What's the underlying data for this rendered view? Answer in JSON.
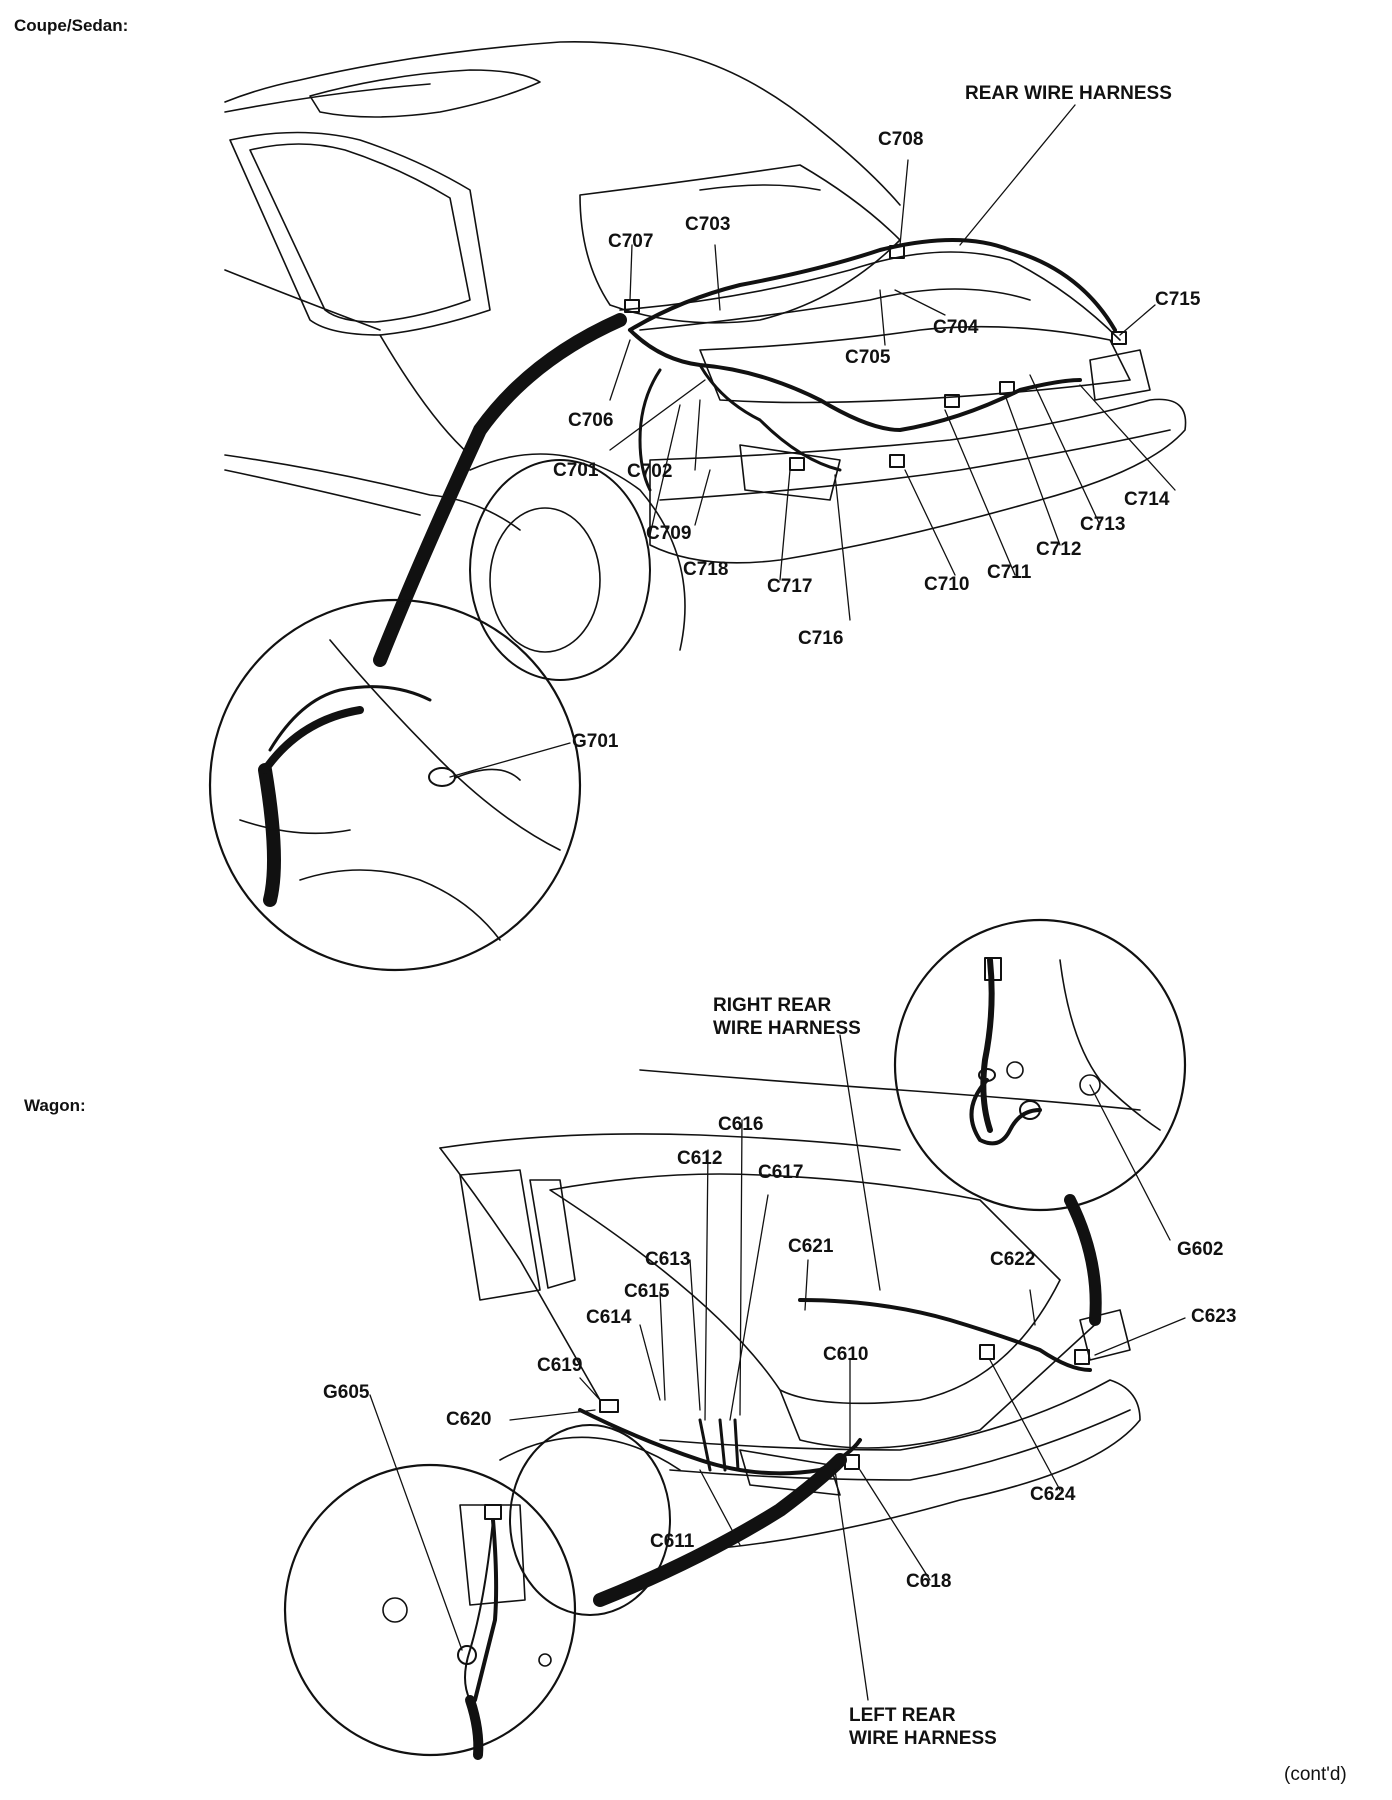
{
  "sections": {
    "coupe_sedan": "Coupe/Sedan:",
    "wagon": "Wagon:"
  },
  "coupe_labels": {
    "harness": "REAR WIRE HARNESS",
    "c708": "C708",
    "c707": "C707",
    "c703": "C703",
    "c715": "C715",
    "c704": "C704",
    "c705": "C705",
    "c706": "C706",
    "c701": "C701",
    "c702": "C702",
    "c709": "C709",
    "c718": "C718",
    "c717": "C717",
    "c716": "C716",
    "c710": "C710",
    "c711": "C711",
    "c712": "C712",
    "c713": "C713",
    "c714": "C714",
    "g701": "G701"
  },
  "wagon_labels": {
    "right_harness": "RIGHT REAR\nWIRE HARNESS",
    "left_harness": "LEFT REAR\nWIRE HARNESS",
    "c616": "C616",
    "c612": "C612",
    "c617": "C617",
    "c613": "C613",
    "c615": "C615",
    "c614": "C614",
    "c621": "C621",
    "c622": "C622",
    "c623": "C623",
    "c610": "C610",
    "c619": "C619",
    "c620": "C620",
    "c624": "C624",
    "c611": "C611",
    "c618": "C618",
    "g605": "G605",
    "g602": "G602"
  },
  "footer": {
    "contd": "(cont'd)"
  }
}
